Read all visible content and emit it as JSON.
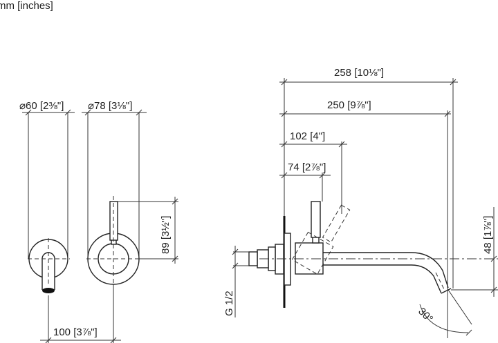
{
  "units_label": "mm [inches]",
  "front_views": {
    "spout_rosette_diameter": "⌀60 [2⅜\"]",
    "lever_rosette_diameter": "⌀78 [3⅛\"]",
    "lever_height": "89 [3½\"]",
    "center_spacing": "100 [3⅞\"]"
  },
  "side_view": {
    "overall_projection": "258 [10⅛\"]",
    "spout_projection": "250 [9⅞\"]",
    "lever_swing_projection": "102 [4\"]",
    "lever_projection": "74 [2⅞\"]",
    "spout_drop": "48 [1⅞\"]",
    "connection_thread": "G 1/2",
    "outlet_angle": "30°"
  }
}
